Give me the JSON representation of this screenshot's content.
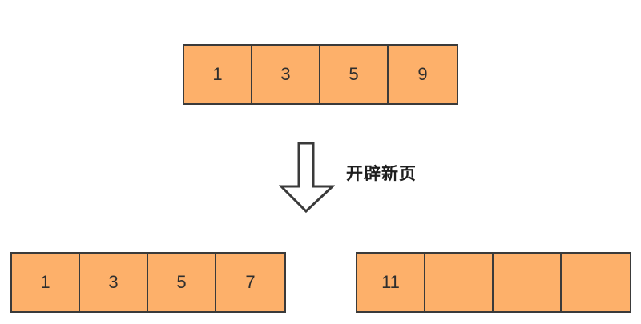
{
  "original_page": {
    "cells": [
      "1",
      "3",
      "5",
      "9"
    ]
  },
  "split": {
    "label": "开辟新页",
    "arrow_icon": "hollow-down-arrow-icon"
  },
  "left_page": {
    "cells": [
      "1",
      "3",
      "5",
      "7"
    ]
  },
  "right_page": {
    "cells": [
      "11",
      "",
      "",
      ""
    ]
  },
  "colors": {
    "cell_fill": "#fdb06a",
    "cell_border": "#3a3a3a"
  }
}
